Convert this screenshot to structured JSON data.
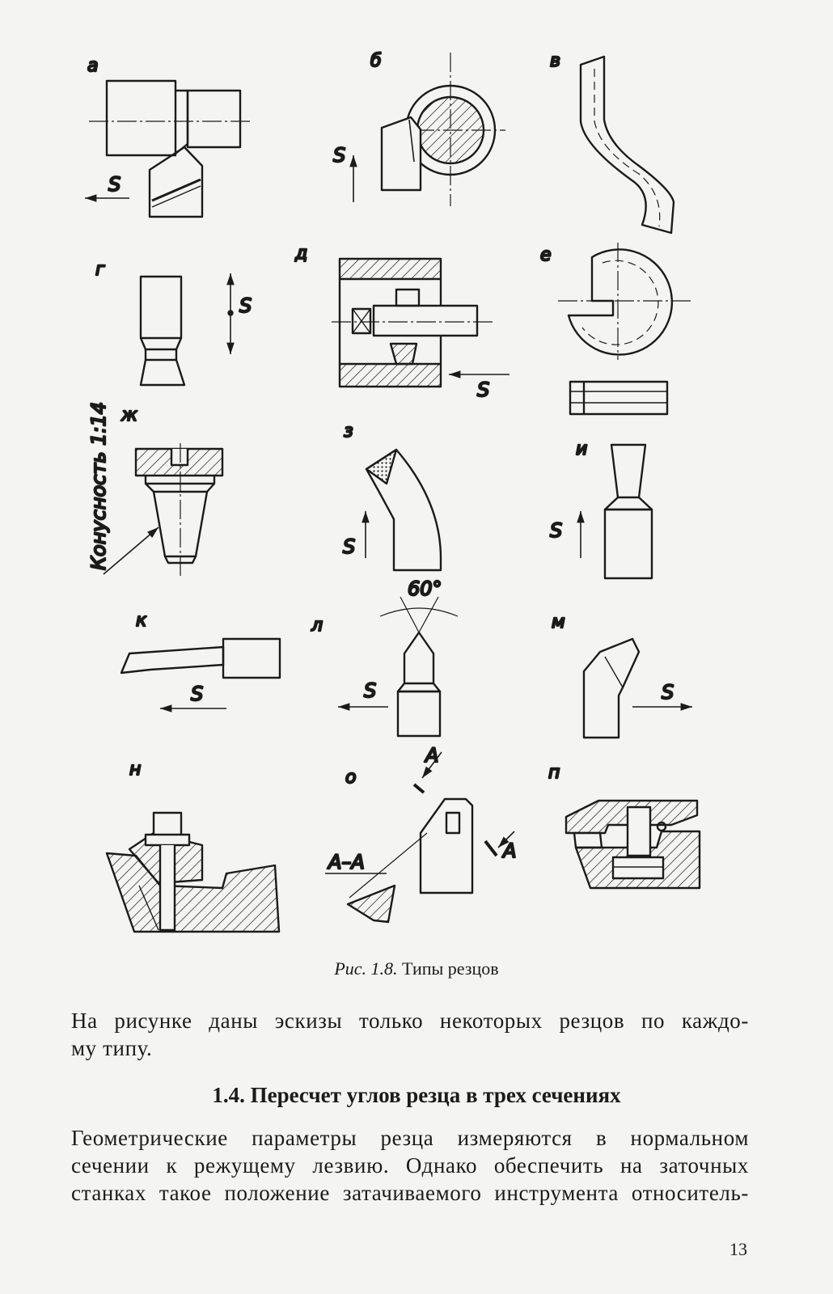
{
  "figure": {
    "panel_labels": [
      "а",
      "б",
      "в",
      "г",
      "д",
      "е",
      "ж",
      "з",
      "и",
      "к",
      "л",
      "м",
      "н",
      "о",
      "п"
    ],
    "feed_symbol": "S",
    "taper_label": "Конусность 1:14",
    "angle_label": "60°",
    "section_mark": "А",
    "section_label": "А–А"
  },
  "caption": {
    "label": "Рис. 1.8.",
    "text": "Типы резцов"
  },
  "paragraph1": {
    "line1": "На рисунке даны эскизы только некоторых резцов по каждо-",
    "line2": "му типу."
  },
  "heading": "1.4. Пересчет углов резца в трех сечениях",
  "paragraph2": {
    "line1": "Геометрические параметры резца измеряются в нормальном",
    "line2": "сечении к режущему лезвию. Однако обеспечить на заточных",
    "line3": "станках такое положение затачиваемого инструмента относитель-"
  },
  "page_number": "13"
}
